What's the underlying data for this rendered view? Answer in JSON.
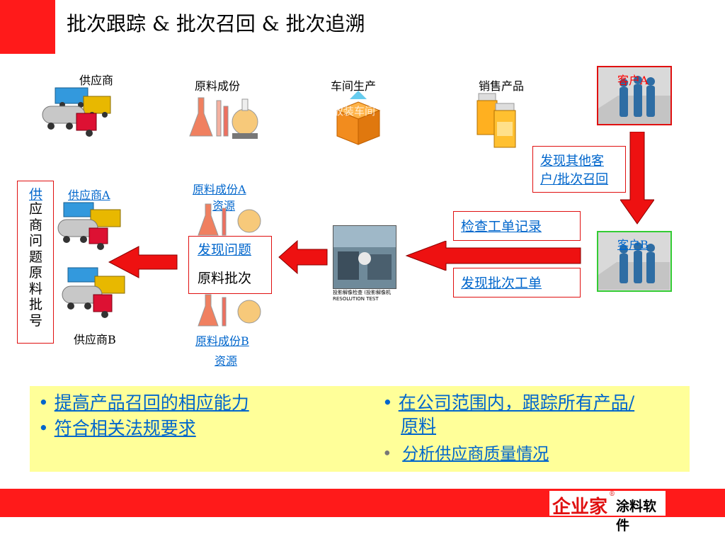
{
  "title": "批次跟踪 & 批次召回 & 批次追溯",
  "top_row": {
    "supplier": "供应商",
    "raw_material": "原料成份",
    "workshop": "车间生产",
    "workshop_overlay": "放装车间",
    "sales": "销售产品",
    "customer_a": "客户A"
  },
  "middle": {
    "vertical_label_link": "供",
    "vertical_label_rest": [
      "应",
      "商",
      "问",
      "题",
      "原",
      "料",
      "批",
      "号"
    ],
    "supplier_a": "供应商A",
    "supplier_b": "供应商B",
    "raw_a_line1": "原料成份A",
    "raw_a_line2": "资源",
    "raw_b_line1": "原料成份B",
    "raw_b_line2": "资源",
    "find_problem": "发现问题",
    "raw_batch": "原料批次",
    "check_records": "检查工单记录",
    "find_batch_ticket": "发现批次工单",
    "discover_others_line1": "发现其他客",
    "discover_others_line2": "户/批次召回",
    "customer_b": "客户B",
    "photo_caption_1": "投影解像检查 (投影解像机",
    "photo_caption_2": "RESOLUTION TEST"
  },
  "bullets_left": [
    "提高产品召回的相应能力",
    "符合相关法规要求"
  ],
  "bullets_right": {
    "item1_line1": "在公司范围内，跟踪所有产品/",
    "item1_line2": "原料",
    "item2": "分析供应商质量情况"
  },
  "footer": {
    "brand": "企业家",
    "product": "涂料软件",
    "registered": "®"
  },
  "colors": {
    "accent_red": "#ff1a1a",
    "link_blue": "#0066cc",
    "highlight_yellow": "#ffff99",
    "green_border": "#33cc33"
  }
}
